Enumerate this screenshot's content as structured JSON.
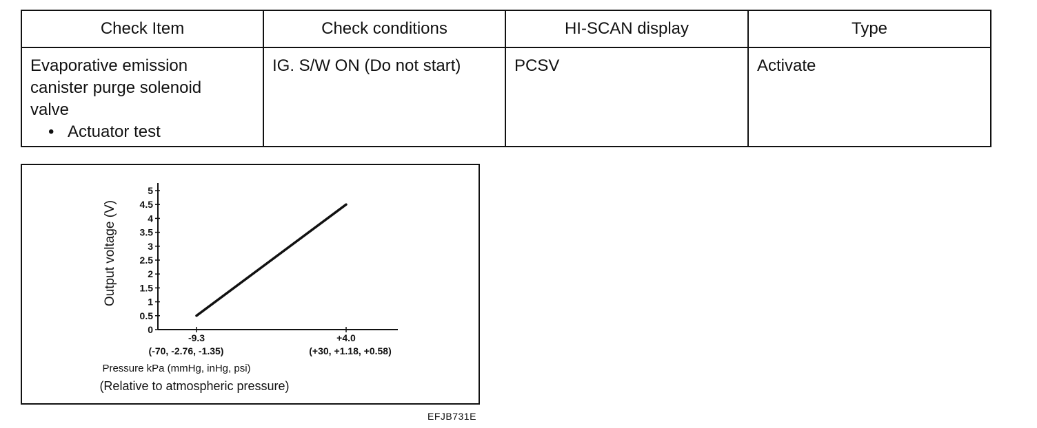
{
  "table": {
    "headers": [
      "Check Item",
      "Check conditions",
      "HI-SCAN display",
      "Type"
    ],
    "check_item_lines": [
      "Evaporative emission",
      "canister purge solenoid",
      "valve"
    ],
    "check_item_bullet": "Actuator test",
    "check_conditions": "IG. S/W ON (Do not start)",
    "hiscan_display": "PCSV",
    "type": "Activate"
  },
  "chart_data": {
    "type": "line",
    "title": "",
    "ylabel": "Output voltage (V)",
    "xlabel": "Pressure kPa (mmHg, inHg, psi)",
    "xlabel_note": "(Relative to atmospheric pressure)",
    "y_ticks": [
      "0",
      "0.5",
      "1",
      "1.5",
      "2",
      "2.5",
      "3",
      "3.5",
      "4",
      "4.5",
      "5"
    ],
    "ylim": [
      0,
      5
    ],
    "x_ticks": [
      {
        "value": -9.3,
        "label": "-9.3",
        "sublabel": "(-70, -2.76, -1.35)"
      },
      {
        "value": 4.0,
        "label": "+4.0",
        "sublabel": "(+30, +1.18, +0.58)"
      }
    ],
    "series": [
      {
        "x": [
          -9.3,
          4.0
        ],
        "y": [
          0.5,
          4.5
        ]
      }
    ]
  },
  "figure_code": "EFJB731E"
}
